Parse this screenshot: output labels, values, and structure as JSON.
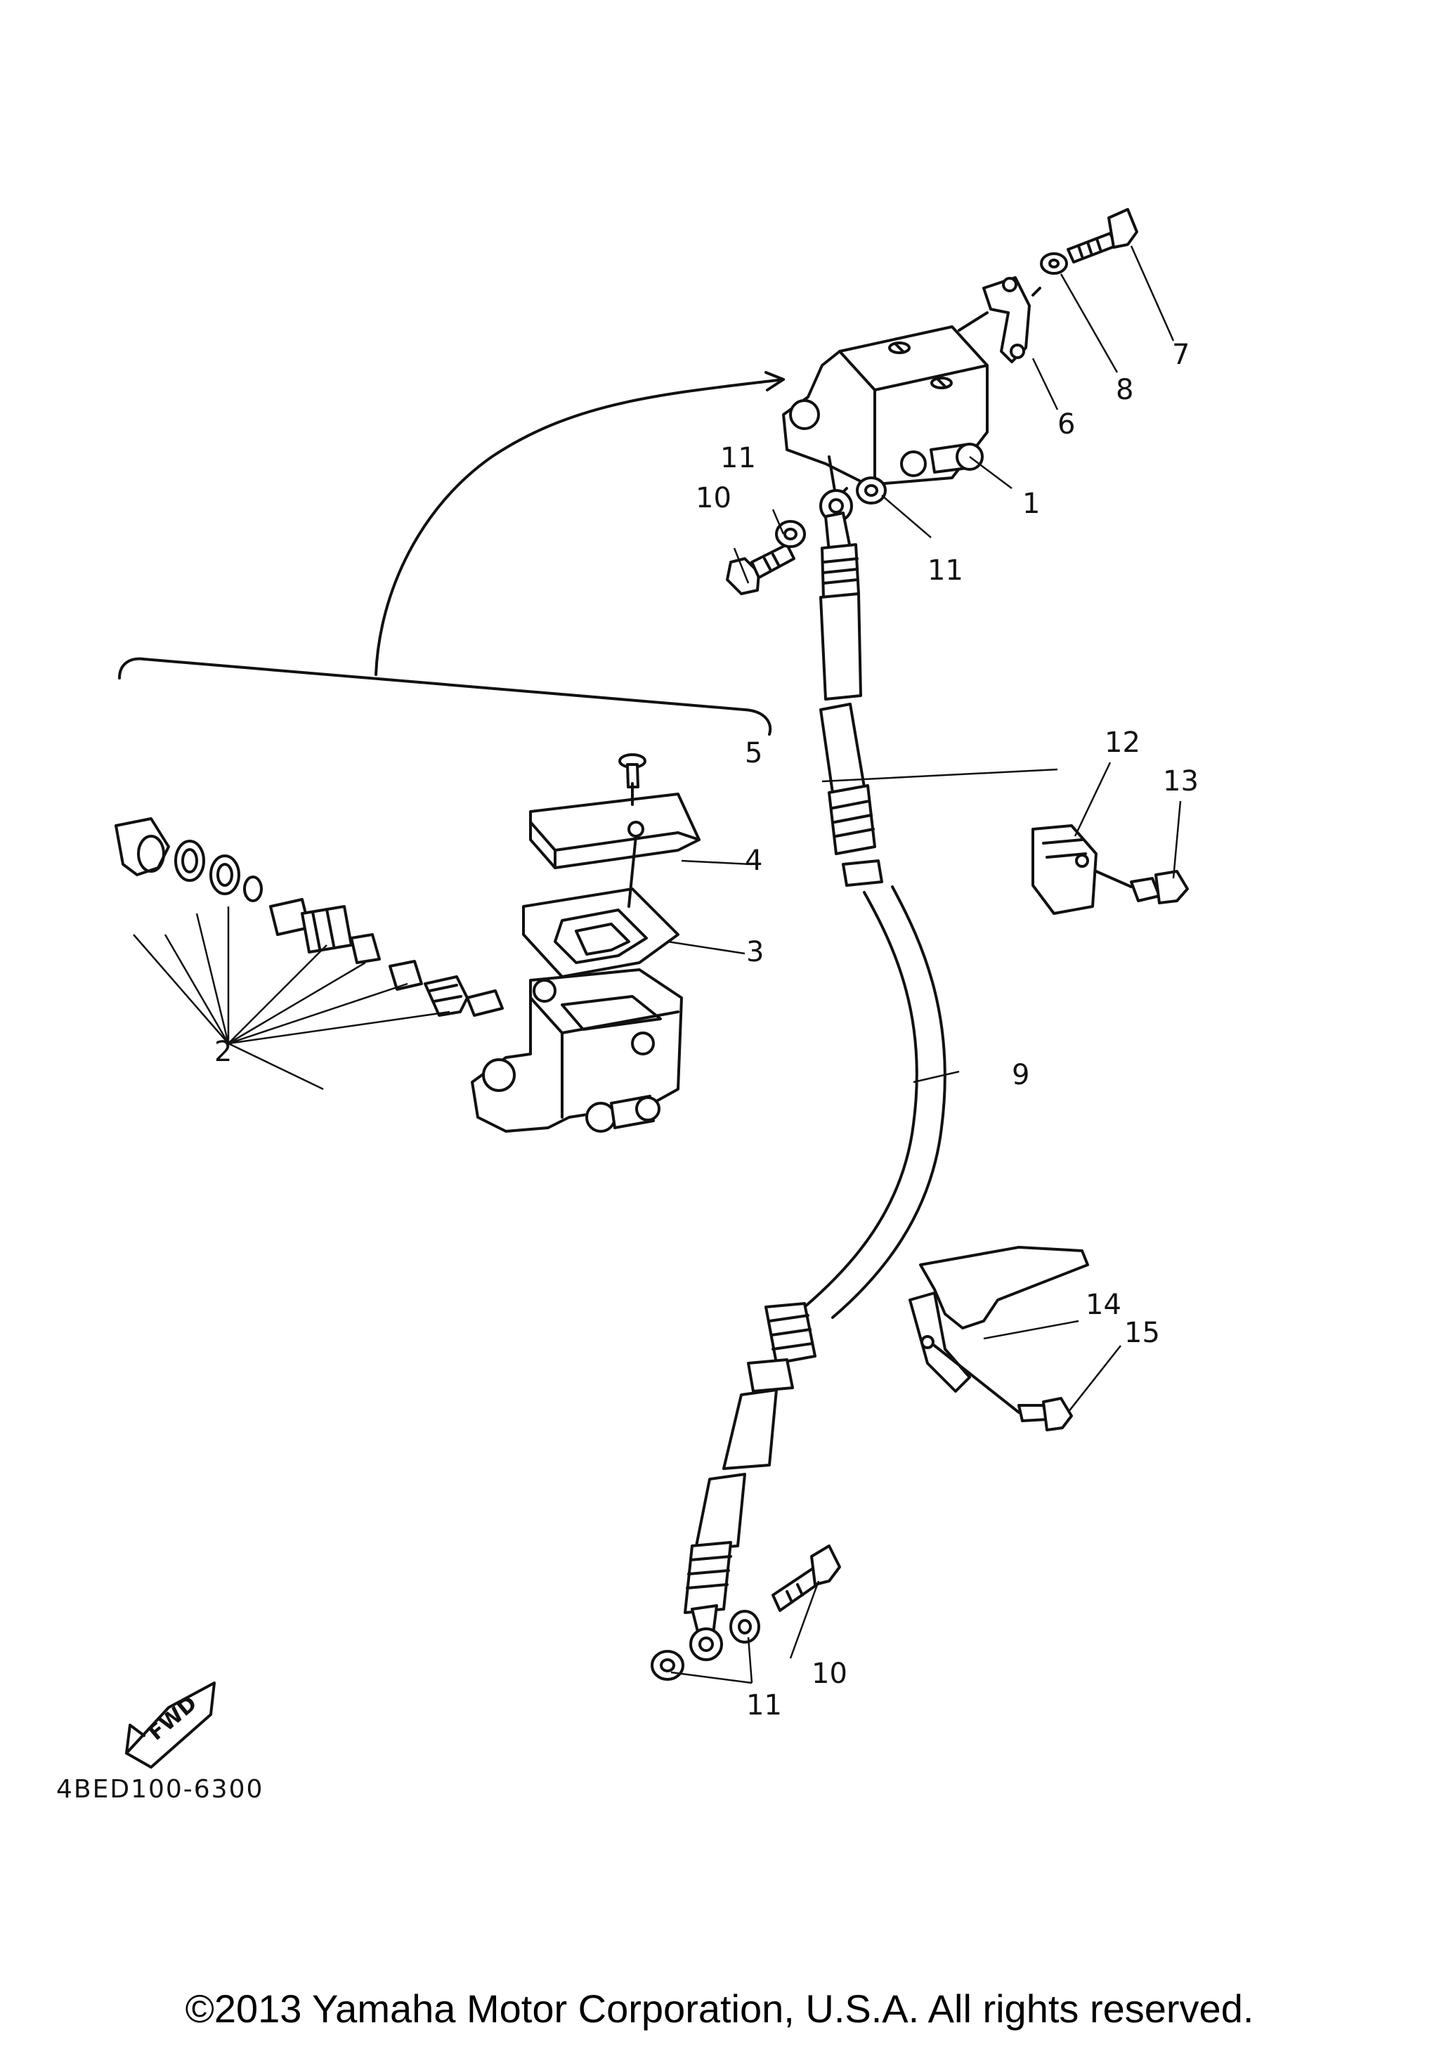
{
  "callouts": {
    "c1": "1",
    "c2": "2",
    "c3": "3",
    "c4": "4",
    "c5": "5",
    "c6": "6",
    "c7": "7",
    "c8": "8",
    "c9": "9",
    "c10a": "10",
    "c10b": "10",
    "c11a": "11",
    "c11b": "11",
    "c11c": "11",
    "c12": "12",
    "c13": "13",
    "c14": "14",
    "c15": "15"
  },
  "fwd_label": "FWD",
  "diagram_code": "4BED100-6300",
  "copyright": "©2013 Yamaha Motor Corporation, U.S.A. All rights reserved."
}
